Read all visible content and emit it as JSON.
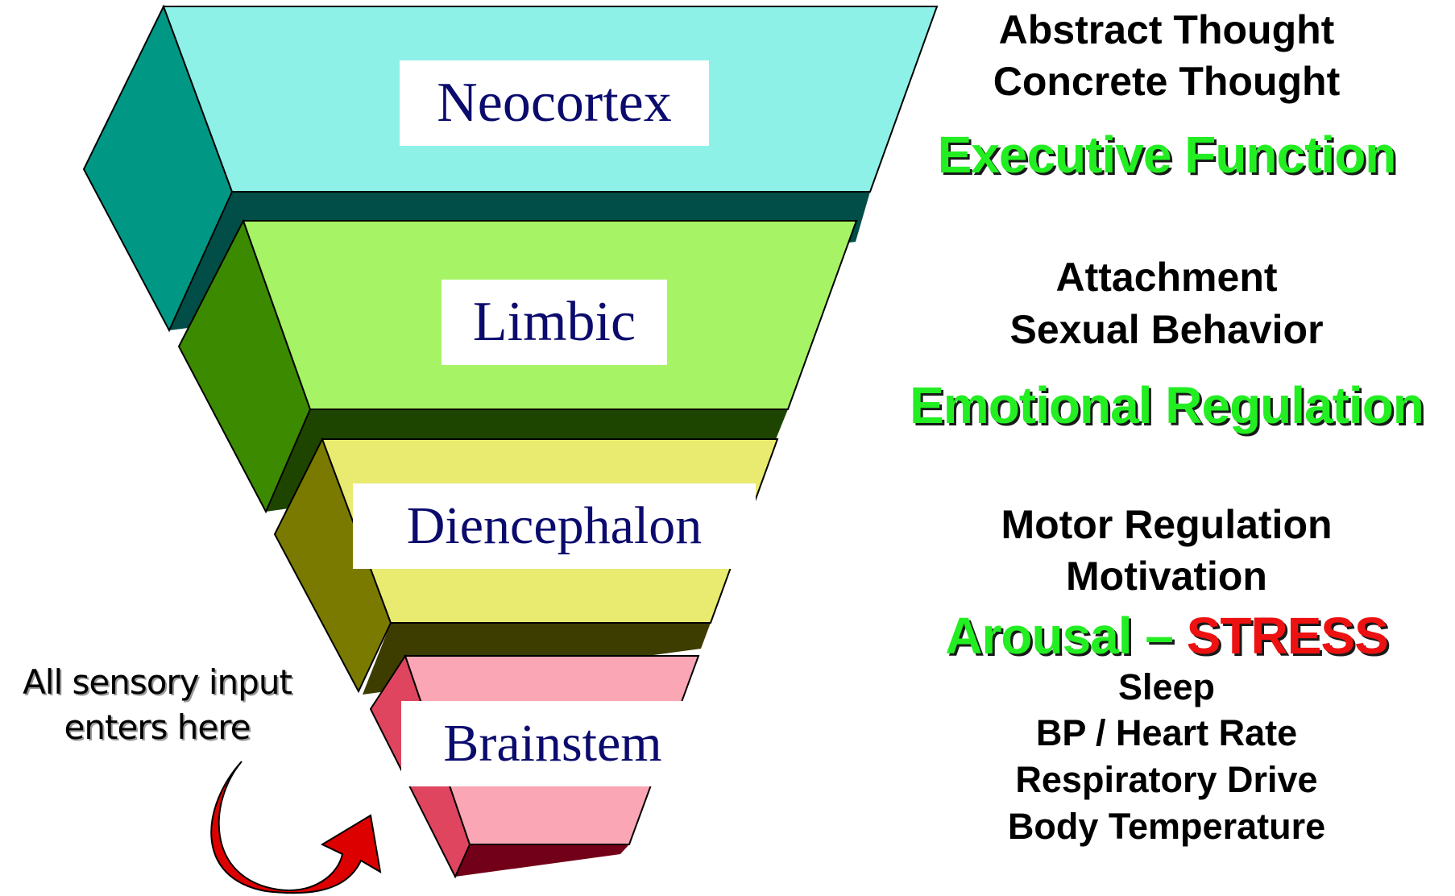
{
  "levels": [
    {
      "name": "Neocortex",
      "color": "#8ef1e8",
      "side_color": "#009885",
      "shadow_color": "#004e47"
    },
    {
      "name": "Limbic",
      "color": "#a6f365",
      "side_color": "#3c8a00",
      "shadow_color": "#1e4500"
    },
    {
      "name": "Diencephalon",
      "color": "#e9ea70",
      "side_color": "#7a7a00",
      "shadow_color": "#3d3d00"
    },
    {
      "name": "Brainstem",
      "color": "#fba6b5",
      "side_color": "#e04560",
      "shadow_color": "#720018"
    }
  ],
  "functions": {
    "neocortex": [
      "Abstract Thought",
      "Concrete Thought"
    ],
    "neocortex_key": "Executive Function",
    "limbic": [
      "Attachment",
      "Sexual Behavior"
    ],
    "limbic_key": "Emotional Regulation",
    "diencephalon": [
      "Motor Regulation",
      "Motivation"
    ],
    "arousal": "Arousal – ",
    "stress": "STRESS",
    "brainstem": [
      "Sleep",
      "BP / Heart Rate",
      "Respiratory Drive",
      "Body Temperature"
    ]
  },
  "sensory": [
    "All sensory input",
    "enters here"
  ],
  "colors": {
    "key_green": "#22ee22",
    "stress_red": "#ee1111",
    "label_text": "#0b0b6e",
    "arrow": "#dd0000"
  }
}
